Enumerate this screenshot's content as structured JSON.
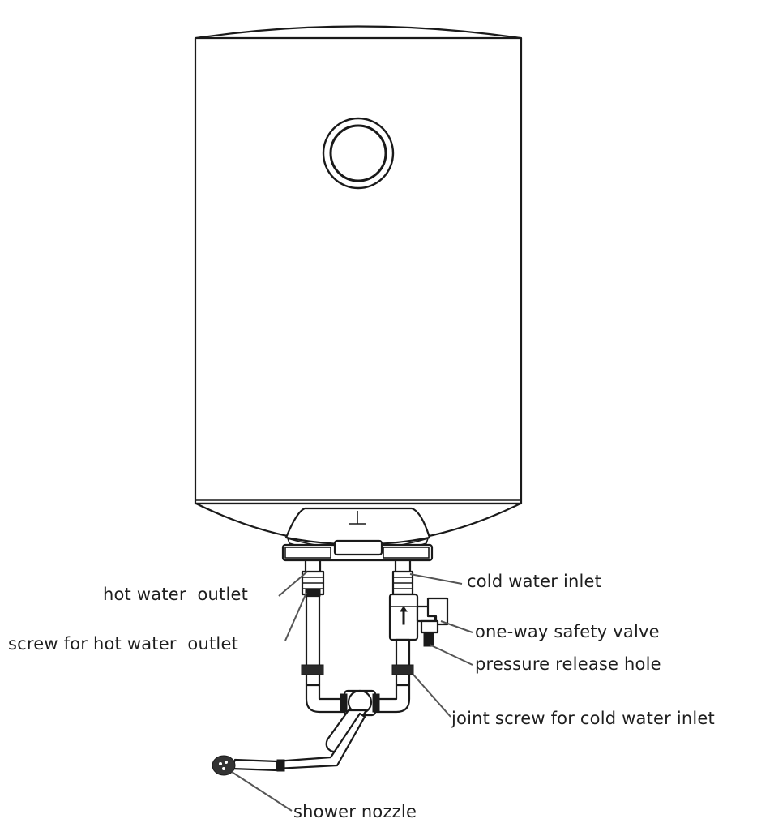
{
  "labels": {
    "hot_water_outlet": "hot water  outlet",
    "screw_hot_water_outlet": "screw for hot water  outlet",
    "cold_water_inlet": "cold water inlet",
    "one_way_safety_valve": "one-way safety valve",
    "pressure_release_hole": "pressure release hole",
    "joint_screw_cold_water_inlet": "joint screw for cold water inlet",
    "shower_nozzle": "shower nozzle"
  }
}
